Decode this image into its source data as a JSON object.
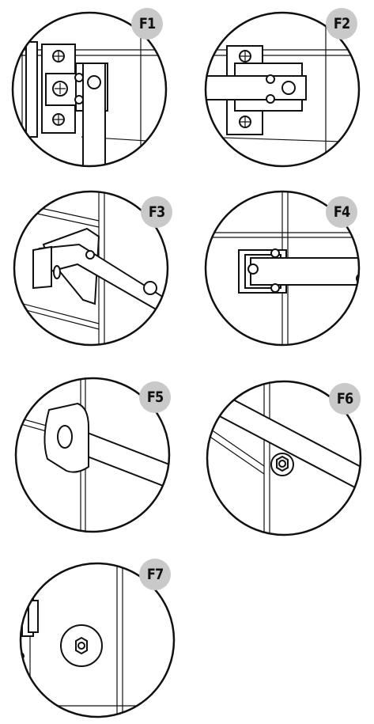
{
  "figures": [
    {
      "id": "f1",
      "label": "F1"
    },
    {
      "id": "f2",
      "label": "F2"
    },
    {
      "id": "f3",
      "label": "F3"
    },
    {
      "id": "f4",
      "label": "F4"
    },
    {
      "id": "f5",
      "label": "F5"
    },
    {
      "id": "f6",
      "label": "F6"
    },
    {
      "id": "f7",
      "label": "F7"
    }
  ]
}
